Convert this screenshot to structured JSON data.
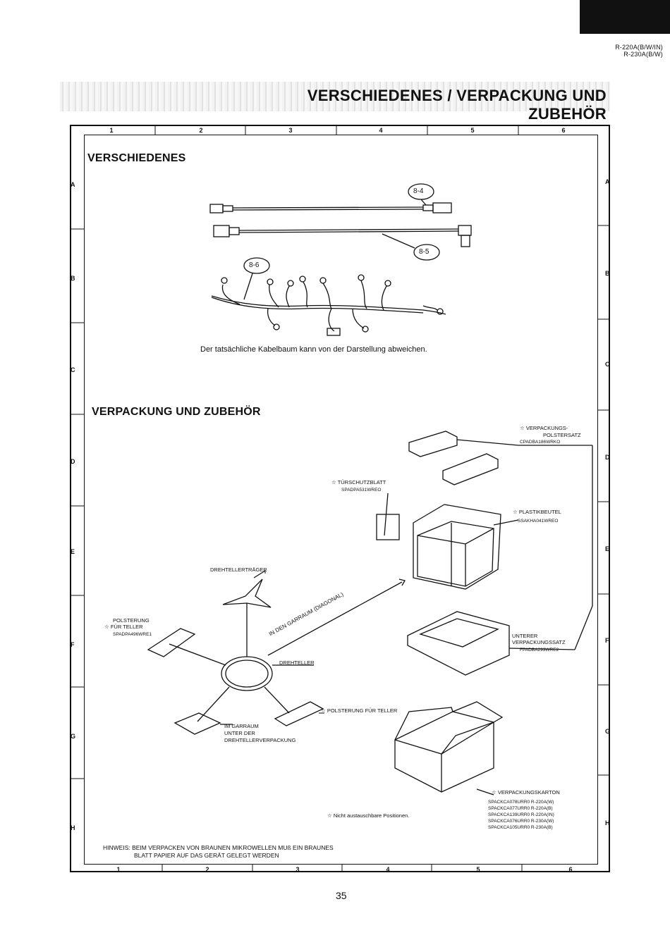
{
  "header": {
    "models": [
      "R-220A(B/W/IN)",
      "R-230A(B/W)"
    ],
    "title": "VERSCHIEDENES / VERPACKUNG UND ZUBEHÖR"
  },
  "grid": {
    "columns": [
      "1",
      "2",
      "3",
      "4",
      "5",
      "6"
    ],
    "rows": [
      "A",
      "B",
      "C",
      "D",
      "E",
      "F",
      "G",
      "H"
    ]
  },
  "section1": {
    "heading": "VERSCHIEDENES",
    "callouts": [
      "8-4",
      "8-5",
      "8-6"
    ],
    "note": "Der tatsächliche Kabelbaum kann von der Darstellung abweichen."
  },
  "section2": {
    "heading": "VERPACKUNG UND ZUBEHÖR",
    "labels": {
      "polster_satz": [
        "VERPACKUNGS-",
        "POLSTERSATZ",
        "CPADBA186WRKO"
      ],
      "tuerschutz": [
        "TÜRSCHUTZBLATT",
        "SPADPA531WREO"
      ],
      "plastik": [
        "PLASTIKBEUTEL",
        "SSAKHA041WREO"
      ],
      "drehtellertraeger": "DREHTELLERTRÄGER",
      "polsterung_teller": [
        "POLSTERUNG",
        "FÜR TELLER",
        "SPADPA496WRE1"
      ],
      "diagonal": "IN DEN GARRAUM (DIAGONAL)",
      "unterer": [
        "UNTERER",
        "VERPACKUNGSSATZ",
        "FPADBA293WRE2"
      ],
      "drehteller": "DREHTELLER",
      "polsterung_teller2": "POLSTERUNG FÜR TELLER",
      "im_garraum": [
        "IM GARRAUM",
        "UNTER DER",
        "DREHTELLERVERPACKUNG"
      ],
      "karton": "VERPACKUNGSKARTON",
      "karton_codes": [
        "SPACKCA078URR0 R-220A(W)",
        "SPACKCA077URR0 R-220A(B)",
        "SPACKCA139URR0 R-220A(IN)",
        "SPACKCA076URR0 R-230A(W)",
        "SPACKCA105URR0 R-230A(B)"
      ],
      "nicht": "Nicht austauschbare Positionen."
    }
  },
  "footer": {
    "hinweis_lines": [
      "HINWEIS:  BEIM VERPACKEN VON BRAUNEN MIKROWELLEN MUß EIN BRAUNES",
      "BLATT PAPIER AUF DAS GERÄT GELEGT WERDEN"
    ],
    "page": "35"
  },
  "symbols": {
    "star": "☆"
  }
}
